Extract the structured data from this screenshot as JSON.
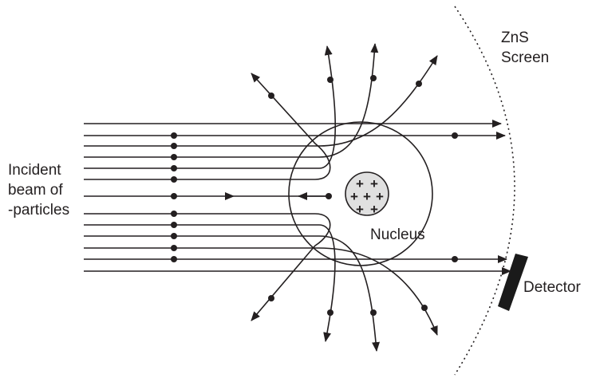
{
  "labels": {
    "screen_line1": "ZnS",
    "screen_line2": "Screen",
    "beam_line1": "Incident",
    "beam_line2": "beam of",
    "beam_line3": "-particles",
    "nucleus": "Nucleus",
    "detector": "Detector"
  },
  "nucleus_charges": [
    "+",
    "+",
    "+",
    "+",
    "+",
    "+",
    "+",
    "+",
    "+"
  ],
  "colors": {
    "ink": "#231f20",
    "nucleus_fill": "#e0e0e0",
    "detector": "#1a1a1a"
  }
}
